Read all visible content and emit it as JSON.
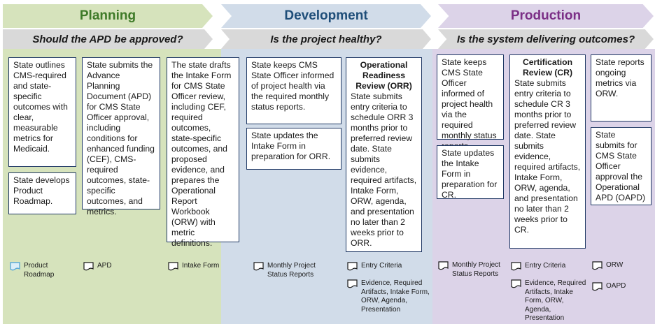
{
  "phases": {
    "planning": {
      "title": "Planning",
      "question": "Should the APD be approved?"
    },
    "development": {
      "title": "Development",
      "question": "Is the project healthy?"
    },
    "production": {
      "title": "Production",
      "question": "Is the system delivering outcomes?"
    }
  },
  "boxes": {
    "p1": "State outlines CMS-required and state-specific outcomes with clear, measurable metrics for Medicaid.",
    "p2": "State develops Product Roadmap.",
    "p3": "State submits the Advance Planning Document (APD) for CMS State Officer approval, including conditions for enhanced funding (CEF), CMS-required outcomes, state-specific outcomes, and metrics.",
    "p4": "The state drafts the Intake Form for CMS State Officer review, including CEF, required outcomes, state-specific outcomes, and proposed evidence, and prepares the Operational Report Workbook (ORW) with metric definitions.",
    "d1": "State keeps CMS State Officer informed of project health via the required monthly status reports.",
    "d2": "State updates the Intake Form in preparation for ORR.",
    "d3_title": "Operational Readiness Review (ORR)",
    "d3_body": "State submits entry criteria to schedule ORR 3 months prior to preferred review date. State submits evidence, required artifacts, Intake Form, ORW, agenda, and presentation no later than 2 weeks prior to ORR.",
    "r1": "State keeps CMS State Officer informed of project health via the required monthly status reports.",
    "r2": "State updates the Intake Form in preparation for CR.",
    "r3_title": "Certification Review (CR)",
    "r3_body": "State submits entry criteria to schedule CR 3 months prior to preferred review date. State submits evidence, required artifacts, Intake Form, ORW, agenda, and presentation no later than 2 weeks prior to CR.",
    "r4": "State reports ongoing metrics via ORW.",
    "r5": "State submits for CMS State Officer approval the Operational APD (OAPD)"
  },
  "documents": {
    "product_roadmap": {
      "label": "Product Roadmap",
      "icon": "document-icon-highlighted"
    },
    "apd": {
      "label": "APD",
      "icon": "document-icon"
    },
    "intake_form": {
      "label": "Intake Form",
      "icon": "document-icon"
    },
    "dev_monthly": {
      "label": "Monthly Project Status Reports",
      "icon": "document-icon"
    },
    "dev_entry": {
      "label": "Entry Criteria",
      "icon": "document-icon"
    },
    "dev_evidence": {
      "label": "Evidence, Required Artifacts, Intake Form, ORW, Agenda, Presentation",
      "icon": "document-icon"
    },
    "prod_monthly": {
      "label": "Monthly Project Status Reports",
      "icon": "document-icon"
    },
    "prod_entry": {
      "label": "Entry Criteria",
      "icon": "document-icon"
    },
    "prod_evidence": {
      "label": "Evidence, Required Artifacts, Intake Form, ORW, Agenda, Presentation",
      "icon": "document-icon"
    },
    "orw": {
      "label": "ORW",
      "icon": "document-icon"
    },
    "oapd": {
      "label": "OAPD",
      "icon": "document-icon"
    }
  },
  "colors": {
    "planning_bg": "#d6e3bc",
    "planning_text": "#3e7a28",
    "development_bg": "#d1dce9",
    "development_text": "#1f4e79",
    "production_bg": "#dcd3e8",
    "production_text": "#7b2f86",
    "question_bg": "#d9d9d9",
    "box_border": "#1f3864",
    "highlight_icon": "#5aa9d6"
  }
}
